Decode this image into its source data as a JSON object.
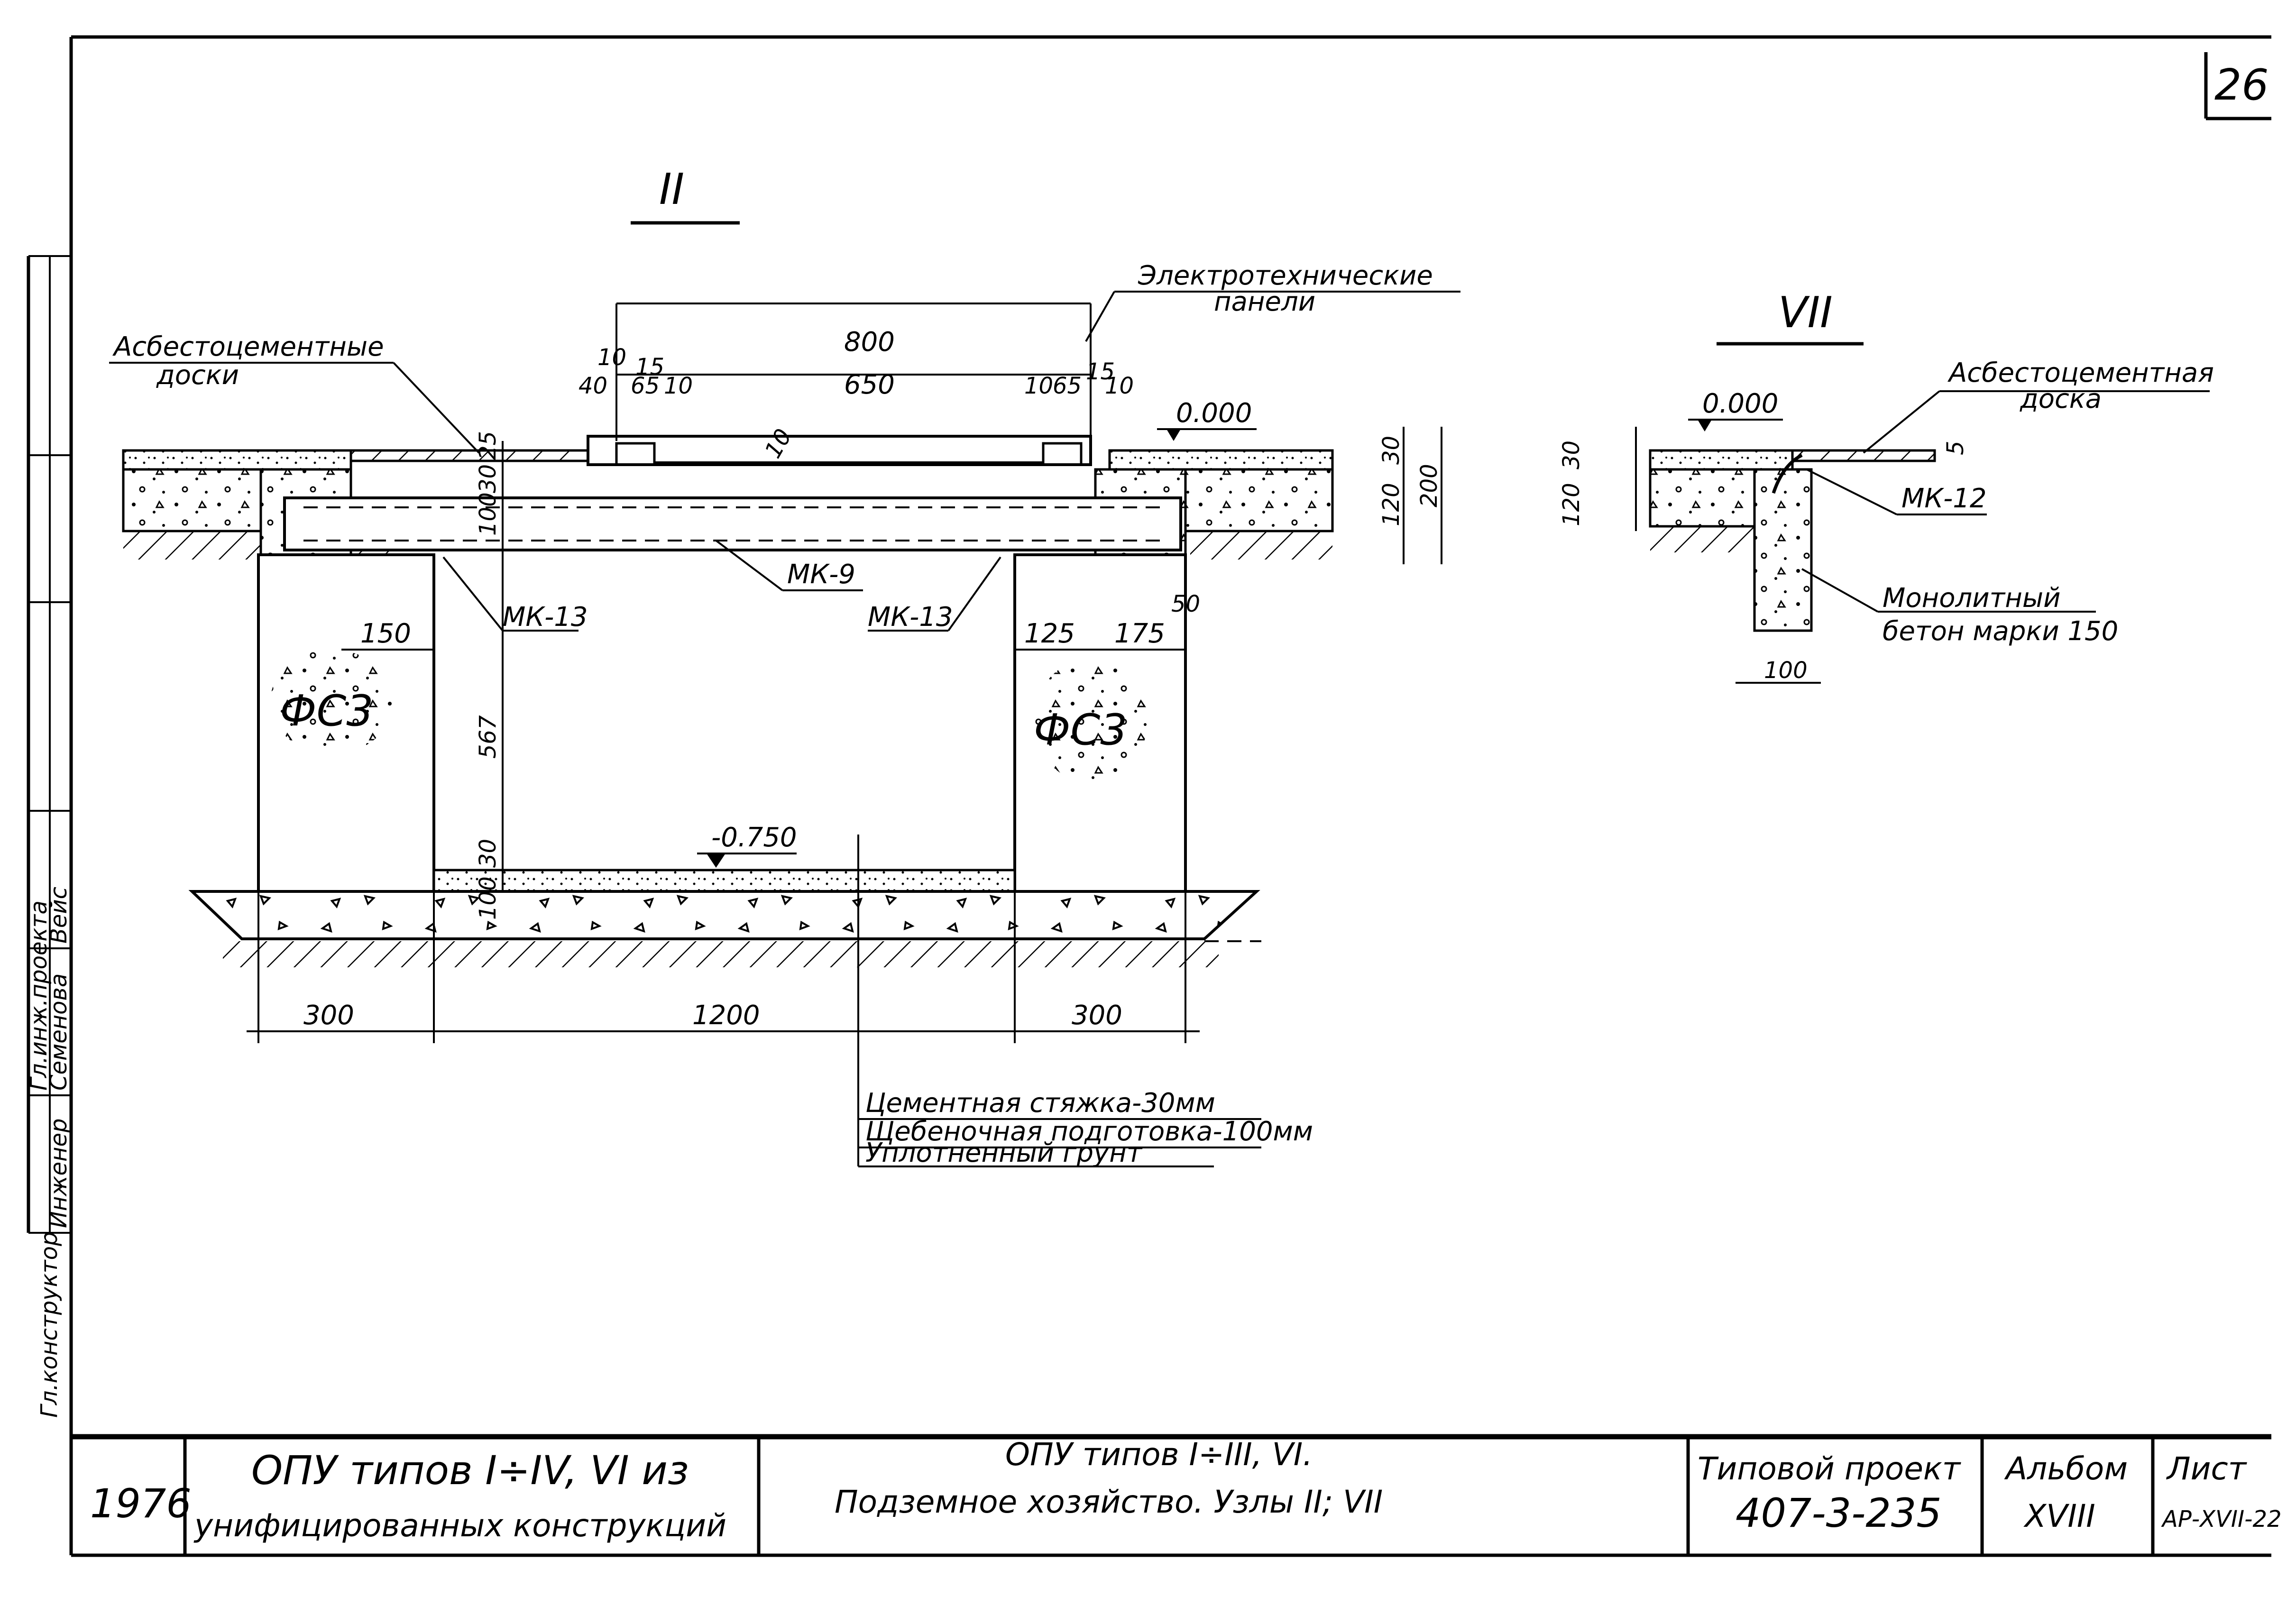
{
  "sheet_number": "26",
  "section_II": {
    "title": "II",
    "labels": {
      "asbestos_boards": [
        "Асбестоцементные",
        "доски"
      ],
      "electrical_panels": [
        "Электротехнические",
        "панели"
      ],
      "mk9": "МК-9",
      "mk13_left": "МК-13",
      "mk13_right": "МК-13",
      "fsz_left": "ФС3",
      "fsz_right": "ФС3",
      "level_top": "0.000",
      "level_bottom": "-0.750"
    },
    "dims": {
      "d800": "800",
      "d650": "650",
      "d10a": "10",
      "d15": "15",
      "d40": "40",
      "d65a": "65",
      "d10b": "10",
      "d10c": "10",
      "d65b": "65",
      "d10d": "10",
      "d15b": "15",
      "d25": "25",
      "d30a": "30",
      "d100a": "100",
      "d10e": "10",
      "d30b": "30",
      "d120": "120",
      "d200": "200",
      "d50": "50",
      "d150": "150",
      "d125": "125",
      "d175": "175",
      "d567": "567",
      "d30c": "30",
      "d100b": "100",
      "d300a": "300",
      "d1200": "1200",
      "d300b": "300"
    },
    "legend": [
      "Цементная стяжка-30мм",
      "Щебеночная подготовка-100мм",
      "Уплотненный грунт"
    ]
  },
  "section_VII": {
    "title": "VII",
    "labels": {
      "asbestos_board": [
        "Асбестоцементная",
        "доска"
      ],
      "level_top": "0.000",
      "mk12": "МК-12",
      "monolithic": [
        "Монолитный",
        "бетон марки 150"
      ]
    },
    "dims": {
      "d30a": "30",
      "d120": "120",
      "d5": "5",
      "d100": "100"
    }
  },
  "left_stamp": {
    "role1": "Гл.инж.проекта",
    "role2": "Инженер",
    "name1": "Вейс",
    "name2": "Семенова",
    "bottom": "Гл.конструктор"
  },
  "title_block": {
    "year": "1976",
    "project_line1": "ОПУ типов I÷IV, VI из",
    "project_line2": "унифицированных конструкций",
    "drawing_line1": "ОПУ типов I÷III, VI.",
    "drawing_line2": "Подземное хозяйство. Узлы II; VII",
    "tipovoi_label": "Типовой проект",
    "tipovoi_value": "407-3-235",
    "album_label": "Альбом",
    "album_value": "XVIII",
    "list_label": "Лист",
    "list_value": "АР-XVII-22"
  }
}
